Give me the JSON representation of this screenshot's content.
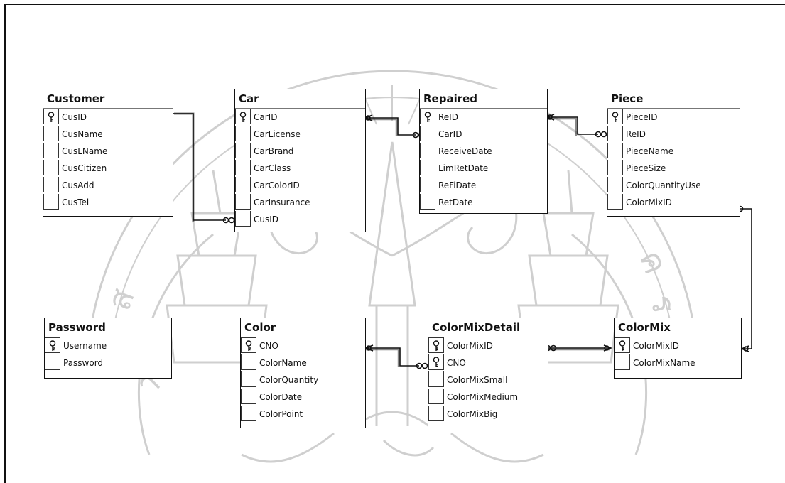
{
  "diagram": {
    "tables": [
      {
        "id": "customer",
        "title": "Customer",
        "fields": [
          {
            "name": "CusID",
            "pk": true
          },
          {
            "name": "CusName",
            "pk": false
          },
          {
            "name": "CusLName",
            "pk": false
          },
          {
            "name": "CusCitizen",
            "pk": false
          },
          {
            "name": "CusAdd",
            "pk": false
          },
          {
            "name": "CusTel",
            "pk": false
          }
        ]
      },
      {
        "id": "car",
        "title": "Car",
        "fields": [
          {
            "name": "CarID",
            "pk": true
          },
          {
            "name": "CarLicense",
            "pk": false
          },
          {
            "name": "CarBrand",
            "pk": false
          },
          {
            "name": "CarClass",
            "pk": false
          },
          {
            "name": "CarColorID",
            "pk": false
          },
          {
            "name": "CarInsurance",
            "pk": false
          },
          {
            "name": "CusID",
            "pk": false
          }
        ]
      },
      {
        "id": "repaired",
        "title": "Repaired",
        "fields": [
          {
            "name": "ReID",
            "pk": true
          },
          {
            "name": "CarID",
            "pk": false
          },
          {
            "name": "ReceiveDate",
            "pk": false
          },
          {
            "name": "LimRetDate",
            "pk": false
          },
          {
            "name": "ReFiDate",
            "pk": false
          },
          {
            "name": "RetDate",
            "pk": false
          }
        ]
      },
      {
        "id": "piece",
        "title": "Piece",
        "fields": [
          {
            "name": "PieceID",
            "pk": true
          },
          {
            "name": "ReID",
            "pk": false
          },
          {
            "name": "PieceName",
            "pk": false
          },
          {
            "name": "PieceSize",
            "pk": false
          },
          {
            "name": "ColorQuantityUse",
            "pk": false
          },
          {
            "name": "ColorMixID",
            "pk": false
          }
        ]
      },
      {
        "id": "password",
        "title": "Password",
        "fields": [
          {
            "name": "Username",
            "pk": true
          },
          {
            "name": "Password",
            "pk": false
          }
        ]
      },
      {
        "id": "color",
        "title": "Color",
        "fields": [
          {
            "name": "CNO",
            "pk": true
          },
          {
            "name": "ColorName",
            "pk": false
          },
          {
            "name": "ColorQuantity",
            "pk": false
          },
          {
            "name": "ColorDate",
            "pk": false
          },
          {
            "name": "ColorPoint",
            "pk": false
          }
        ]
      },
      {
        "id": "colormixdetail",
        "title": "ColorMixDetail",
        "fields": [
          {
            "name": "ColorMixID",
            "pk": true
          },
          {
            "name": "CNO",
            "pk": true
          },
          {
            "name": "ColorMixSmall",
            "pk": false
          },
          {
            "name": "ColorMixMedium",
            "pk": false
          },
          {
            "name": "ColorMixBig",
            "pk": false
          }
        ]
      },
      {
        "id": "colormix",
        "title": "ColorMix",
        "fields": [
          {
            "name": "ColorMixID",
            "pk": true
          },
          {
            "name": "ColorMixName",
            "pk": false
          }
        ]
      }
    ],
    "relationships": [
      {
        "from": "customer.CusID",
        "to": "car.CusID",
        "cardinality": "one-to-many"
      },
      {
        "from": "car.CarID",
        "to": "repaired.CarID",
        "cardinality": "one-to-many"
      },
      {
        "from": "repaired.ReID",
        "to": "piece.ReID",
        "cardinality": "one-to-many"
      },
      {
        "from": "colormix.ColorMixID",
        "to": "piece.ColorMixID",
        "cardinality": "one-to-many"
      },
      {
        "from": "color.CNO",
        "to": "colormixdetail.CNO",
        "cardinality": "one-to-many"
      },
      {
        "from": "colormix.ColorMixID",
        "to": "colormixdetail.ColorMixID",
        "cardinality": "one-to-many"
      }
    ],
    "colors": {
      "line": "#111111",
      "watermark": "#c8c8c8",
      "background": "#ffffff"
    },
    "icons": {
      "primary_key": "key-icon",
      "relationship_one": "key-end-icon",
      "relationship_many": "infinity-end-icon"
    }
  }
}
